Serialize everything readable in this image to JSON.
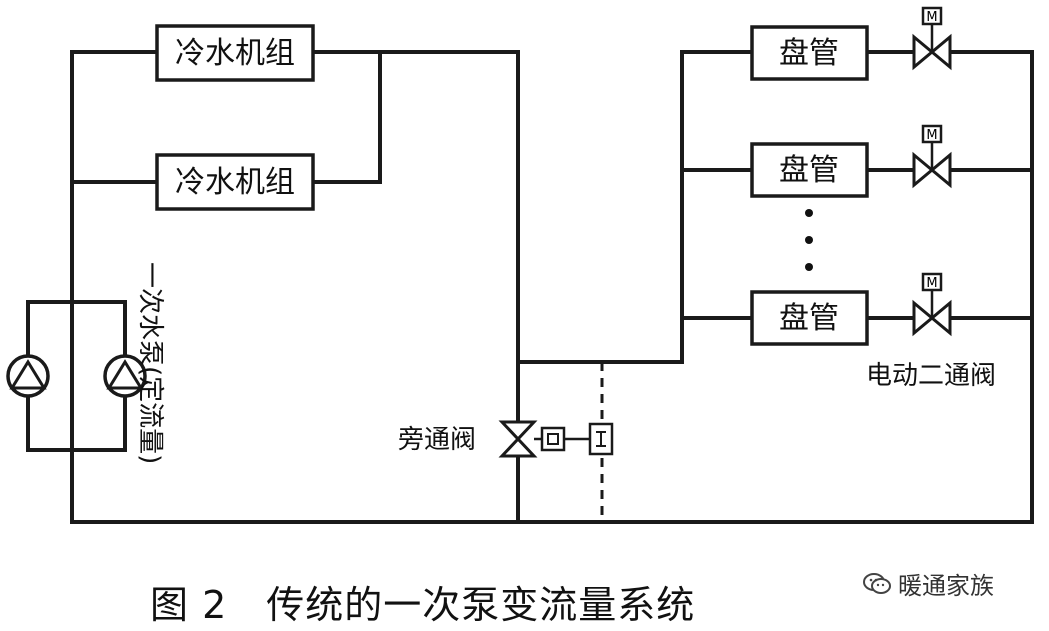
{
  "labels": {
    "chiller_1": "冷水机组",
    "chiller_2": "冷水机组",
    "coil_1": "盘管",
    "coil_2": "盘管",
    "coil_3": "盘管",
    "pump_group": "一次水泵(定流量)",
    "bypass_valve": "旁通阀",
    "two_way_valve": "电动二通阀",
    "valve_actuator": "M"
  },
  "caption": "图 2　传统的一次泵变流量系统",
  "watermark": "暖通家族"
}
